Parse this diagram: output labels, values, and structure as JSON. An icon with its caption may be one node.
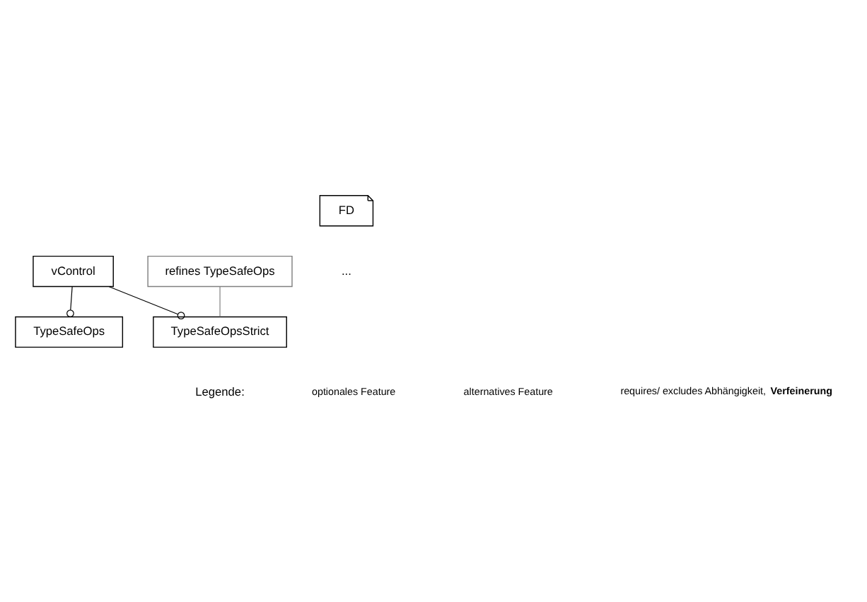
{
  "diagram": {
    "nodes": [
      {
        "text": [
          "vControl"
        ]
      },
      {
        "text": [
          "TypeSafeOps"
        ]
      },
      {
        "text": [
          "TypeSafeOpsStrict"
        ]
      },
      {
        "text": [
          "refines TypeSafeOps"
        ]
      },
      {
        "text": [
          "FD"
        ]
      }
    ],
    "edges": [
      {
        "from": 0,
        "to": 1,
        "arrow": "other"
      },
      {
        "from": 0,
        "to": 2,
        "arrow": "other"
      },
      {
        "from": 3,
        "to": 2,
        "arrow": "none",
        "color": "#808080"
      }
    ],
    "labels": [
      "...",
      "Legende:"
    ],
    "legend": [
      {
        "text": "optionales Feature"
      },
      {
        "text": "alternatives Feature"
      },
      {
        "text": "requires/ excludes Abhängigkeit, **Verfeinerung**"
      }
    ]
  }
}
